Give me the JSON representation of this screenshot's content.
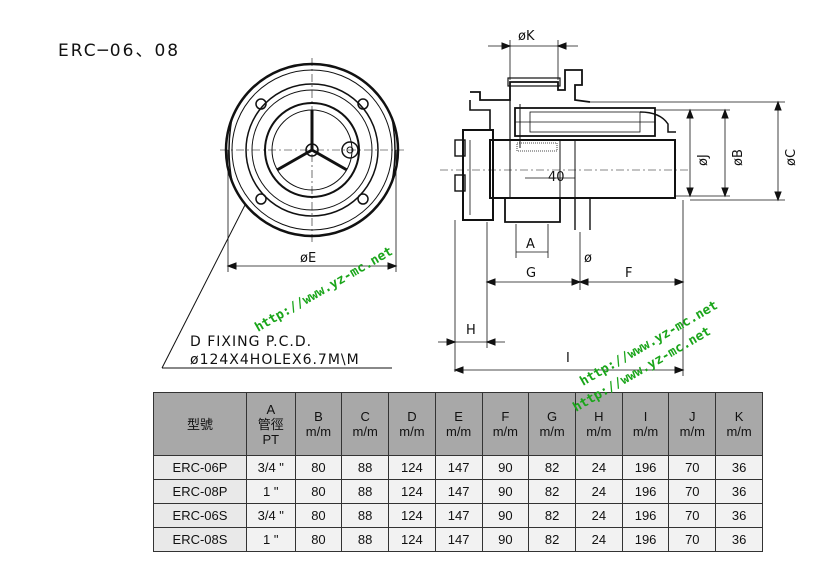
{
  "title": "ERC─06、08",
  "drawing": {
    "labels": {
      "phiK": "øK",
      "phiE": "øE",
      "phiJ": "øJ",
      "phiB": "øB",
      "phiC": "øC",
      "dim40": "40",
      "A": "A",
      "G": "G",
      "F": "F",
      "H": "H",
      "I": "I",
      "phi": "ø"
    },
    "fixing_note_line1": "D FIXING P.C.D.",
    "fixing_note_line2": "ø124X4HOLEX6.7M\\M"
  },
  "watermarks": [
    "http://www.yz-mc.net",
    "http://www.yz-mc.net",
    "http://www.yz-mc.net"
  ],
  "table": {
    "headers": [
      [
        "型號"
      ],
      [
        "A",
        "管徑",
        "PT"
      ],
      [
        "B",
        "m/m"
      ],
      [
        "C",
        "m/m"
      ],
      [
        "D",
        "m/m"
      ],
      [
        "E",
        "m/m"
      ],
      [
        "F",
        "m/m"
      ],
      [
        "G",
        "m/m"
      ],
      [
        "H",
        "m/m"
      ],
      [
        "I",
        "m/m"
      ],
      [
        "J",
        "m/m"
      ],
      [
        "K",
        "m/m"
      ]
    ],
    "rows": [
      [
        "ERC-06P",
        "3/4 \"",
        "80",
        "88",
        "124",
        "147",
        "90",
        "82",
        "24",
        "196",
        "70",
        "36"
      ],
      [
        "ERC-08P",
        "1 \"",
        "80",
        "88",
        "124",
        "147",
        "90",
        "82",
        "24",
        "196",
        "70",
        "36"
      ],
      [
        "ERC-06S",
        "3/4 \"",
        "80",
        "88",
        "124",
        "147",
        "90",
        "82",
        "24",
        "196",
        "70",
        "36"
      ],
      [
        "ERC-08S",
        "1 \"",
        "80",
        "88",
        "124",
        "147",
        "90",
        "82",
        "24",
        "196",
        "70",
        "36"
      ]
    ]
  }
}
